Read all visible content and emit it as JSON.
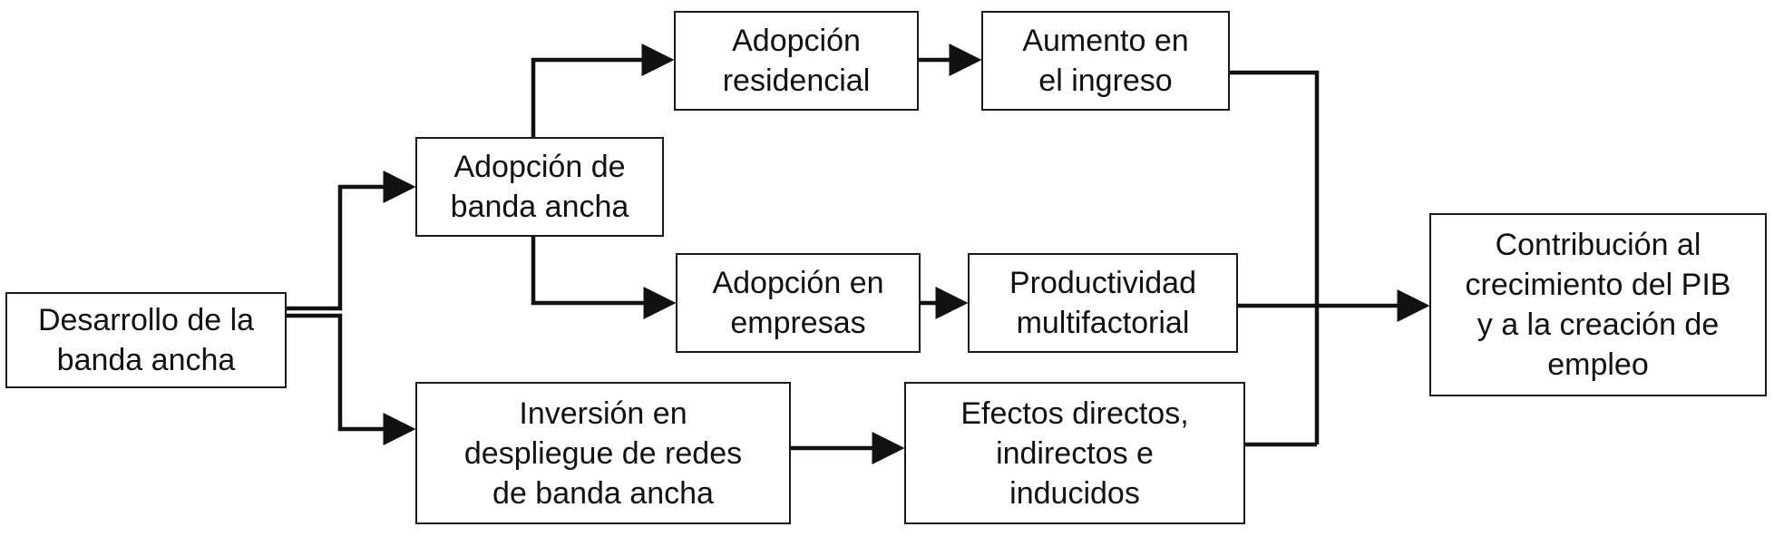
{
  "nodes": {
    "desarrollo": "Desarrollo de la\nbanda ancha",
    "adopcion_banda_ancha": "Adopción de\nbanda ancha",
    "adopcion_residencial": "Adopción\nresidencial",
    "aumento_ingreso": "Aumento en\nel ingreso",
    "adopcion_empresas": "Adopción en\nempresas",
    "productividad": "Productividad\nmultifactorial",
    "inversion": "Inversión en\ndespliegue de redes\nde banda ancha",
    "efectos": "Efectos directos,\nindirectos e\ninducidos",
    "contribucion": "Contribución al\ncrecimiento del PIB\ny a la creación de\nempleo"
  },
  "edges": [
    {
      "from": "desarrollo",
      "to": "adopcion_banda_ancha"
    },
    {
      "from": "desarrollo",
      "to": "inversion"
    },
    {
      "from": "adopcion_banda_ancha",
      "to": "adopcion_residencial"
    },
    {
      "from": "adopcion_banda_ancha",
      "to": "adopcion_empresas"
    },
    {
      "from": "adopcion_residencial",
      "to": "aumento_ingreso"
    },
    {
      "from": "adopcion_empresas",
      "to": "productividad"
    },
    {
      "from": "inversion",
      "to": "efectos"
    },
    {
      "from": "aumento_ingreso",
      "to": "contribucion"
    },
    {
      "from": "productividad",
      "to": "contribucion"
    },
    {
      "from": "efectos",
      "to": "contribucion"
    }
  ]
}
